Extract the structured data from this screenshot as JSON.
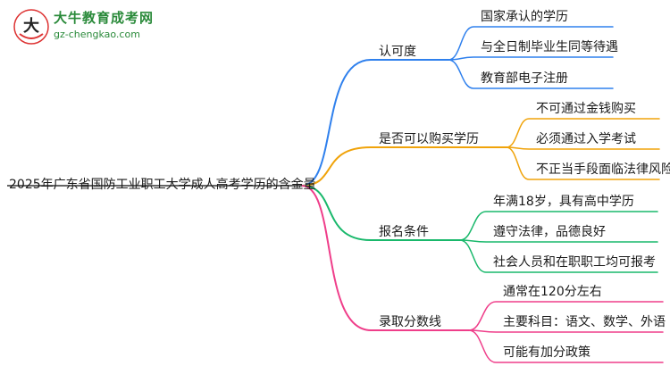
{
  "logo": {
    "name": "大牛教育成考网",
    "url": "gz-chengkao.com",
    "mark_char": "大"
  },
  "root": "2025年广东省国防工业职工大学成人高考学历的含金量",
  "branches": [
    {
      "label": "认可度",
      "color": "#2f80ed",
      "leaves": [
        "国家承认的学历",
        "与全日制毕业生同等待遇",
        "教育部电子注册"
      ]
    },
    {
      "label": "是否可以购买学历",
      "color": "#f0a30a",
      "leaves": [
        "不可通过金钱购买",
        "必须通过入学考试",
        "不正当手段面临法律风险"
      ]
    },
    {
      "label": "报名条件",
      "color": "#19b86b",
      "leaves": [
        "年满18岁，具有高中学历",
        "遵守法律，品德良好",
        "社会人员和在职职工均可报考"
      ]
    },
    {
      "label": "录取分数线",
      "color": "#ef3e8a",
      "leaves": [
        "通常在120分左右",
        "主要科目：语文、数学、外语",
        "可能有加分政策"
      ]
    }
  ]
}
